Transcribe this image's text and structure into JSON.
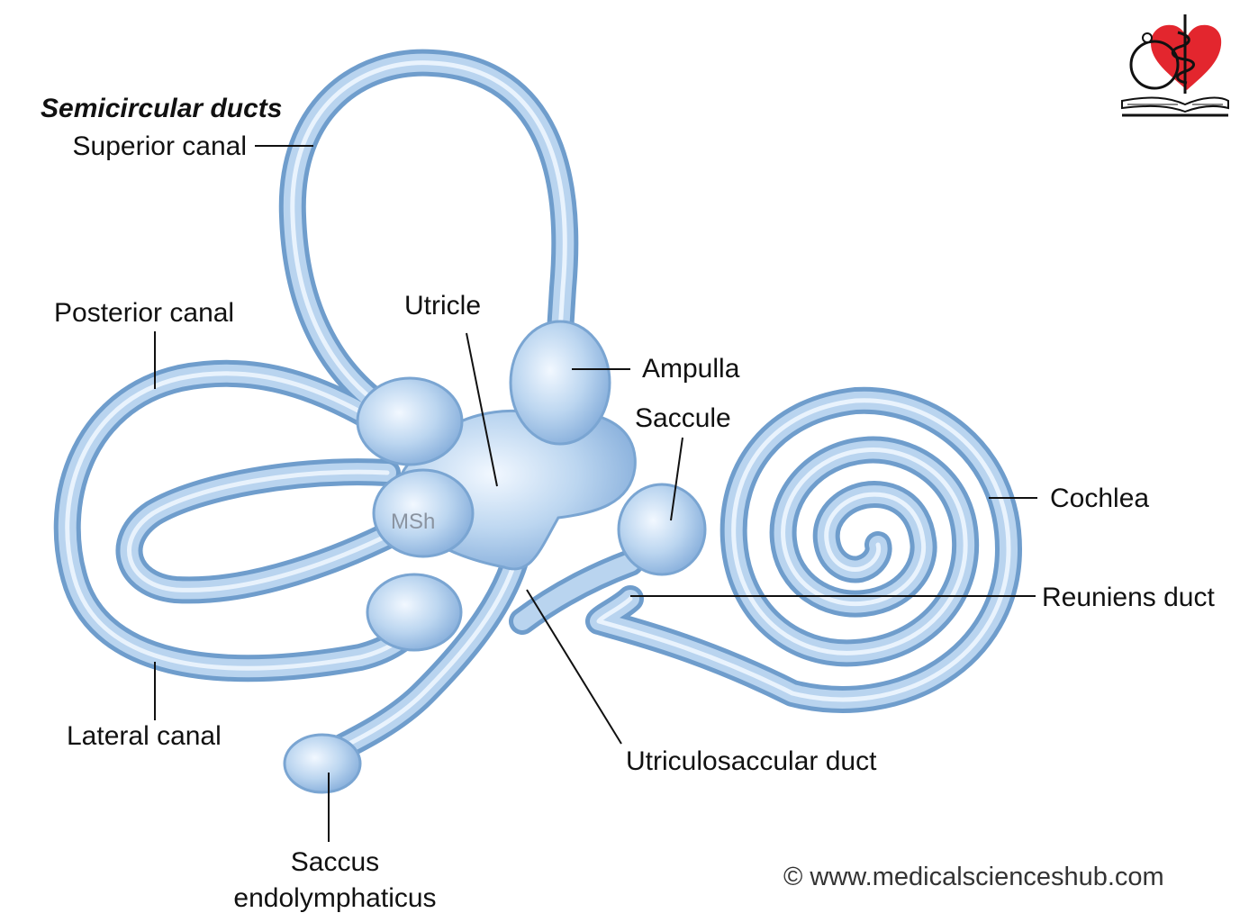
{
  "heading": "Semicircular ducts",
  "labels": {
    "superior_canal": "Superior canal",
    "posterior_canal": "Posterior canal",
    "lateral_canal": "Lateral canal",
    "utricle": "Utricle",
    "ampulla": "Ampulla",
    "saccule": "Saccule",
    "cochlea": "Cochlea",
    "reuniens_duct": "Reuniens duct",
    "utriculosaccular_duct": "Utriculosaccular duct",
    "saccus_line1": "Saccus",
    "saccus_line2": "endolymphaticus",
    "watermark": "MSh"
  },
  "copyright": "© www.medicalscienceshub.com",
  "colors": {
    "duct_edge": "#6f9dcc",
    "duct_fill": "#b9d4ef",
    "duct_highlight": "#eef6fe",
    "logo_heart": "#e3262e"
  },
  "icons": {
    "logo": "heart-caduceus-stethoscope-book-logo"
  }
}
